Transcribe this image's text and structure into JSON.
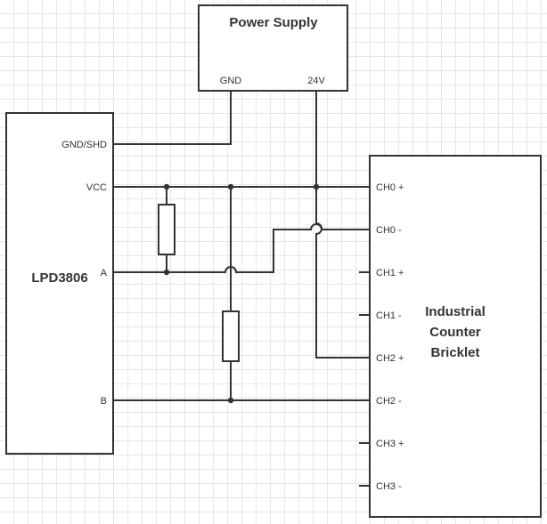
{
  "power_supply": {
    "title": "Power Supply",
    "pins": [
      "GND",
      "24V"
    ]
  },
  "lpd": {
    "title": "LPD3806",
    "pins": [
      "GND/SHD",
      "VCC",
      "A",
      "B"
    ]
  },
  "bricklet": {
    "title_lines": [
      "Industrial",
      "Counter",
      "Bricklet"
    ],
    "pins": [
      "CH0 +",
      "CH0 -",
      "CH1 +",
      "CH1 -",
      "CH2 +",
      "CH2 -",
      "CH3 +",
      "CH3 -"
    ]
  }
}
